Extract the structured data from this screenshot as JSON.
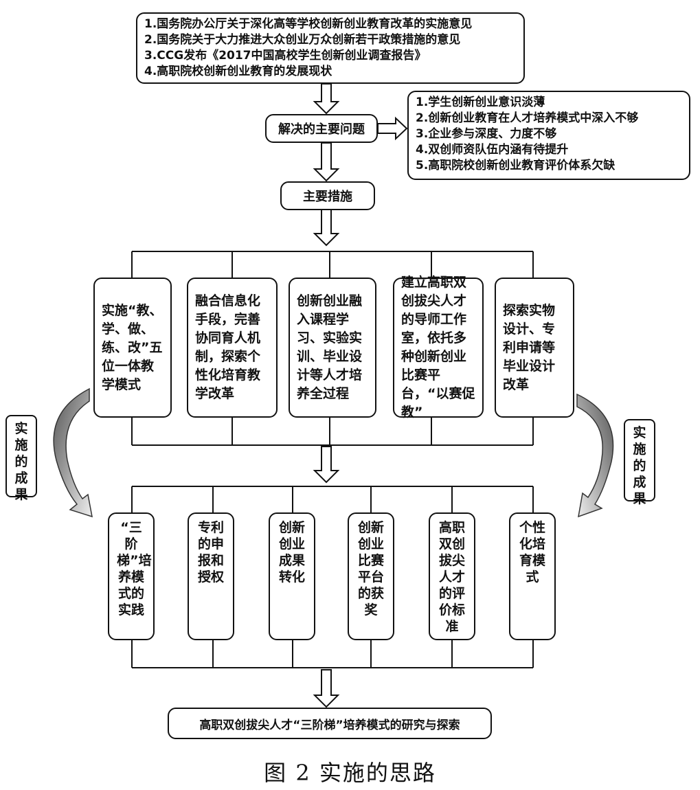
{
  "policy_items": [
    "1.国务院办公厅关于深化高等学校创新创业教育改革的实施意见",
    "2.国务院关于大力推进大众创业万众创新若干政策措施的意见",
    "3.CCG发布《2017中国高校学生创新创业调查报告》",
    "4.高职院校创新创业教育的发展现状"
  ],
  "problems_label": "解决的主要问题",
  "problem_items": [
    "1.学生创新创业意识淡薄",
    "2.创新创业教育在人才培养模式中深入不够",
    "3.企业参与深度、力度不够",
    "4.双创师资队伍内涵有待提升",
    "5.高职院校创新创业教育评价体系欠缺"
  ],
  "measures_label": "主要措施",
  "measures": [
    "实施“教、学、做、练、改”五位一体教学模式",
    "融合信息化手段，完善协同育人机制，探索个性化培育教学改革",
    "创新创业融入课程学习、实验实训、毕业设计等人才培养全过程",
    "建立高职双创拔尖人才的导师工作室，依托多种创新创业比赛平台，“以赛促教”",
    "探索实物设计、专利申请等毕业设计改革"
  ],
  "results_side_label": "实施的成果",
  "results": [
    "“三阶梯”培养模式的实践",
    "专利的申报和授权",
    "创新创业成果转化",
    "创新创业比赛平台的获奖",
    "高职双创拔尖人才的评价标准",
    "个性化培育模式"
  ],
  "final_label": "高职双创拔尖人才“三阶梯”培养模式的研究与探索",
  "caption": "图 2 实施的思路"
}
